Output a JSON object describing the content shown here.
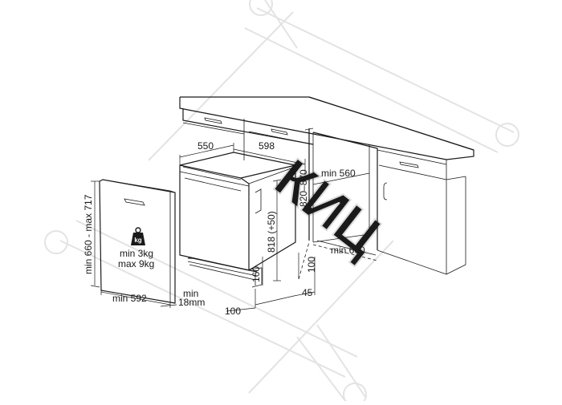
{
  "labels": {
    "width_top": "550",
    "width_front": "598",
    "height_range": "820–870",
    "depth_min": "min 560",
    "appliance_height": "818 (+50)",
    "plinth_height": "160",
    "plinth_gap": "100",
    "side_gap": "45",
    "bottom_depth": "min 600",
    "front_offset": "100",
    "panel_thickness_line1": "min",
    "panel_thickness_line2": "18mm",
    "panel_width": "min 592",
    "panel_height": "min 660 - max 717",
    "weight_icon_text": "kg",
    "weight_min": "min  3kg",
    "weight_max": "max 9kg"
  },
  "watermark": {
    "text": "КИЦ"
  },
  "colors": {
    "line": "#1a1a1a",
    "watermark": "#e3e3e3",
    "background": "#ffffff"
  }
}
